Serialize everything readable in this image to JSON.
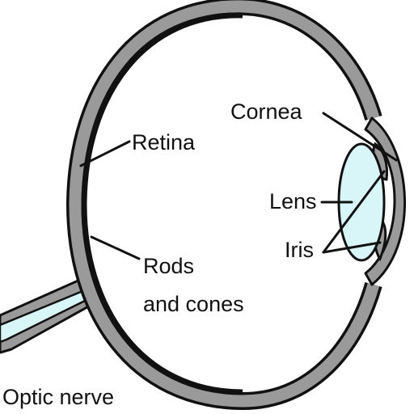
{
  "labels": {
    "cornea": "Cornea",
    "retina": "Retina",
    "lens": "Lens",
    "iris": "Iris",
    "rods_line1": "Rods",
    "rods_line2": "and cones",
    "optic_nerve": "Optic nerve"
  },
  "colors": {
    "outline": "#111111",
    "tissue": "#9a9a9a",
    "fluid": "#d8f5f7",
    "background": "#ffffff"
  }
}
